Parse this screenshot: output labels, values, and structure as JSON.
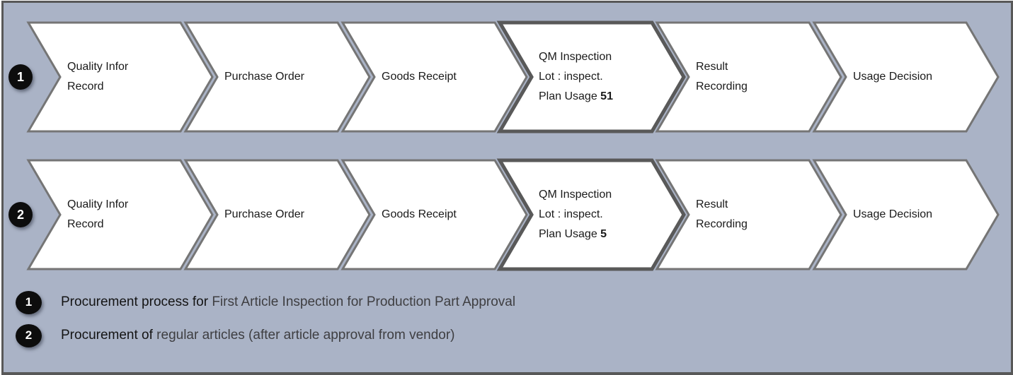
{
  "diagram": {
    "rows": [
      {
        "badge": "1",
        "steps": [
          {
            "lines": [
              "Quality Infor",
              "Record"
            ]
          },
          {
            "lines": [
              "Purchase Order"
            ]
          },
          {
            "lines": [
              "Goods Receipt"
            ]
          },
          {
            "lines": [
              "QM Inspection",
              "Lot : inspect.",
              "Plan Usage"
            ],
            "bold_value": "51",
            "highlighted": true
          },
          {
            "lines": [
              "Result",
              "Recording"
            ]
          },
          {
            "lines": [
              "Usage Decision"
            ]
          }
        ]
      },
      {
        "badge": "2",
        "steps": [
          {
            "lines": [
              "Quality Infor",
              "Record"
            ]
          },
          {
            "lines": [
              "Purchase Order"
            ]
          },
          {
            "lines": [
              "Goods Receipt"
            ]
          },
          {
            "lines": [
              "QM Inspection",
              "Lot : inspect.",
              "Plan Usage"
            ],
            "bold_value": "5",
            "highlighted": true
          },
          {
            "lines": [
              "Result",
              "Recording"
            ]
          },
          {
            "lines": [
              "Usage Decision"
            ]
          }
        ]
      }
    ],
    "legend": [
      {
        "badge": "1",
        "prefix": "Procurement process for ",
        "detail": "First Article Inspection for Production Part Approval"
      },
      {
        "badge": "2",
        "prefix": "Procurement of ",
        "detail": "regular articles (after article approval from vendor)"
      }
    ],
    "colors": {
      "background": "#AAB3C6",
      "frame_border": "#585858",
      "chevron_fill": "#FFFFFF",
      "chevron_border": "#757575",
      "chevron_border_highlight": "#595959",
      "badge_fill": "#0D0D0D",
      "badge_number": "#FFFFFF",
      "step_text": "#1A1A1A",
      "legend_primary": "#141414",
      "legend_secondary": "#3E3E41"
    }
  }
}
